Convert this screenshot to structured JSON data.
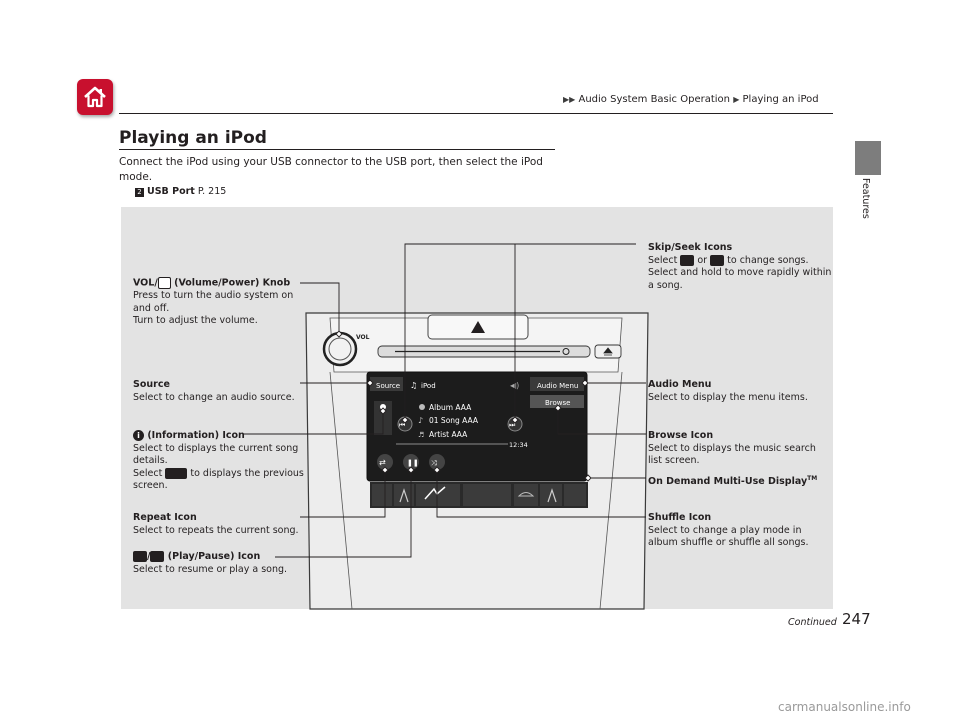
{
  "breadcrumb": {
    "part1": "Audio System Basic Operation",
    "part2": "Playing an iPod"
  },
  "side_tab": {
    "label": "Features"
  },
  "page": {
    "title": "Playing an iPod",
    "intro": "Connect the iPod using your USB connector to the USB port, then select the iPod mode.",
    "xref_label": "USB Port",
    "xref_page": "P. 215",
    "continued": "Continued",
    "number": "247"
  },
  "callouts": {
    "vol": {
      "title": "(Volume/Power) Knob",
      "prefix": "VOL/",
      "line1": "Press to turn the audio system on and off.",
      "line2": "Turn to adjust the volume."
    },
    "skip": {
      "title": "Skip/Seek Icons",
      "line1a": "Select",
      "line1b": "or",
      "line1c": "to change songs.",
      "line2": "Select and hold to move rapidly within a song."
    },
    "source": {
      "title": "Source",
      "line1": "Select to change an audio source."
    },
    "audio_menu": {
      "title": "Audio Menu",
      "line1": "Select to display the menu items."
    },
    "info": {
      "title": "(Information) Icon",
      "line1": "Select to displays the current song details.",
      "line2a": "Select",
      "line2b": "to displays the previous screen."
    },
    "browse": {
      "title": "Browse Icon",
      "line1": "Select to displays the music search list screen."
    },
    "display": {
      "title": "On Demand Multi-Use Display",
      "tm": "TM"
    },
    "repeat": {
      "title": "Repeat Icon",
      "line1": "Select to repeats the current song."
    },
    "shuffle": {
      "title": "Shuffle Icon",
      "line1": "Select to change a play mode in album shuffle or shuffle all songs."
    },
    "play": {
      "title": "(Play/Pause) Icon",
      "line1": "Select to resume or play a song."
    }
  },
  "screen": {
    "source_btn": "Source",
    "mode": "iPod",
    "audio_menu_btn": "Audio Menu",
    "browse_btn": "Browse",
    "album": "Album AAA",
    "song": "01 Song AAA",
    "artist": "Artist AAA",
    "time": "12:34",
    "knob_label": "VOL"
  },
  "watermark": "carmanualsonline.info",
  "colors": {
    "home_red": "#c8102e",
    "panel_gray": "#e3e3e3",
    "tab_gray": "#7d7d7d",
    "screen_dark": "#1c1c1c"
  }
}
